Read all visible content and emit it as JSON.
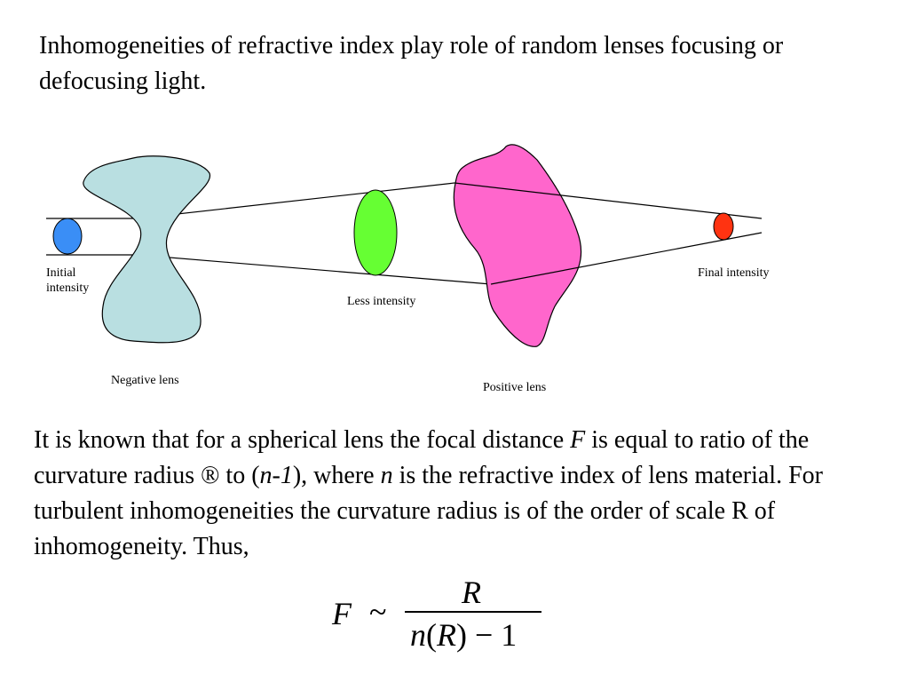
{
  "intro_text": "Inhomogeneities of refractive index play role of random lenses focusing or defocusing light.",
  "diagram": {
    "labels": {
      "initial_line1": "Initial",
      "initial_line2": "intensity",
      "negative_lens": "Negative lens",
      "less_intensity": "Less intensity",
      "positive_lens": "Positive lens",
      "final_intensity": "Final intensity"
    },
    "colors": {
      "initial_dot": "#3a8ef6",
      "negative_lens": "#b9dfe1",
      "less_intensity_ellipse": "#66ff33",
      "positive_lens": "#ff66cc",
      "final_dot": "#ff3311"
    }
  },
  "paragraph": {
    "part1": "It is known that for a spherical lens the focal distance ",
    "F": "F",
    "part2": " is equal to ratio of the curvature radius ® to (",
    "n_minus_1": "n-1",
    "part3": "), where ",
    "n": "n",
    "part4": " is the refractive index of lens material. For turbulent inhomogeneities the curvature radius is of the order of scale R of inhomogeneity. Thus,"
  },
  "formula": {
    "lhs": "F",
    "relation": "~",
    "numerator": "R",
    "den_n": "n",
    "den_open": "(",
    "den_R": "R",
    "den_close": ")",
    "den_rest": " − 1"
  }
}
